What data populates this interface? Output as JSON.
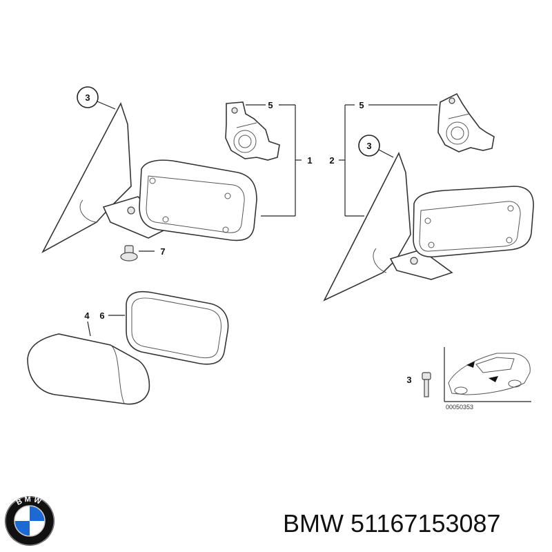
{
  "callouts": {
    "c1": "1",
    "c2": "2",
    "c3a": "3",
    "c3b": "3",
    "c3c": "3",
    "c4": "4",
    "c5a": "5",
    "c5b": "5",
    "c6": "6",
    "c7": "7"
  },
  "ref_code": "00050353",
  "caption": {
    "brand": "BMW",
    "part_number": "51167153087"
  },
  "logo": {
    "text": "BMW",
    "colors": {
      "blue": "#1c69d4",
      "white": "#ffffff",
      "ring": "#111111"
    }
  }
}
